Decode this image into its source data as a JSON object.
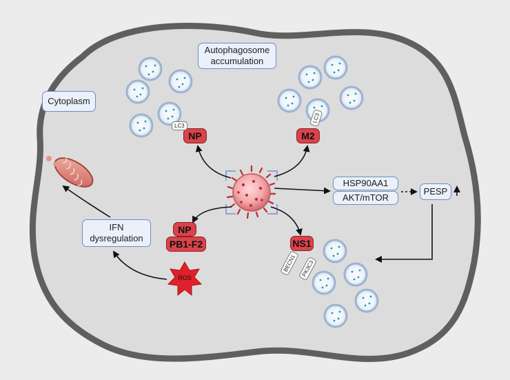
{
  "labels": {
    "cytoplasm": "Cytoplasm",
    "autophagosome_line1": "Autophagosome",
    "autophagosome_line2": "accumulation",
    "ifn_line1": "IFN",
    "ifn_line2": "dysregulation",
    "hsp": "HSP90AA1",
    "akt": "AKT/mTOR",
    "pesp": "PESP",
    "ros": "ROS"
  },
  "proteins": {
    "np_top": "NP",
    "m2": "M2",
    "np_bottom": "NP",
    "pb1f2": "PB1-F2",
    "ns1": "NS1"
  },
  "tags": {
    "lc3_left": "LC3",
    "lc3_right": "LC3",
    "becn1": "BECN1",
    "pk3c3": "PK3C3"
  },
  "colors": {
    "cell_fill": "#dcdcdc",
    "cell_border": "#5f5f5f",
    "protein_red": "#d9434a",
    "box_fill": "#eaf1fb",
    "box_border": "#6e8db8"
  }
}
